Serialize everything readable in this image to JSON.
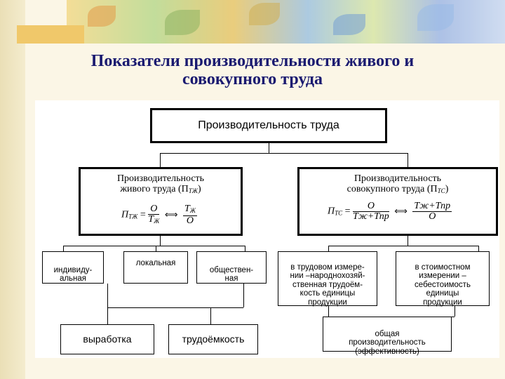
{
  "title": {
    "line1": "Показатели производительности живого и",
    "line2": "совокупного труда"
  },
  "diagram": {
    "root": "Производительность труда",
    "live": {
      "line1": "Производительность",
      "line2": "живого труда (П",
      "sub": "ТЖ",
      "close": ")",
      "formula": {
        "lhs_main": "П",
        "lhs_sub": "ТЖ",
        "eq": "=",
        "frac1_num": "О",
        "frac1_den_main": "Т",
        "frac1_den_sub": "Ж",
        "arrow": "⟺",
        "frac2_num_main": "Т",
        "frac2_num_sub": "Ж",
        "frac2_den": "О"
      }
    },
    "total": {
      "line1": "Производительность",
      "line2": "совокупного труда (П",
      "sub": "ТС",
      "close": ")",
      "formula": {
        "lhs_main": "П",
        "lhs_sub": "ТС",
        "eq": "=",
        "frac1_num": "О",
        "frac1_den": "Тж+Тпр",
        "arrow": "⟺",
        "frac2_num": "Тж+Тпр",
        "frac2_den": "О"
      }
    },
    "live_children": [
      "индивиду-\nальная",
      "локальная",
      "обществен-\nная"
    ],
    "total_children": [
      "в трудовом измере-\nнии –народнохозяй-\nственная трудоём-\nкость единицы\nпродукции",
      "в стоимостном\nизмерении –\nсебестоимость\nединицы\nпродукции"
    ],
    "bottom_left": [
      "выработка",
      "трудоёмкость"
    ],
    "bottom_right": "общая\nпроизводительность\n(эффективность)"
  },
  "colors": {
    "title": "#1a1a70",
    "background": "#fbf6e6"
  }
}
